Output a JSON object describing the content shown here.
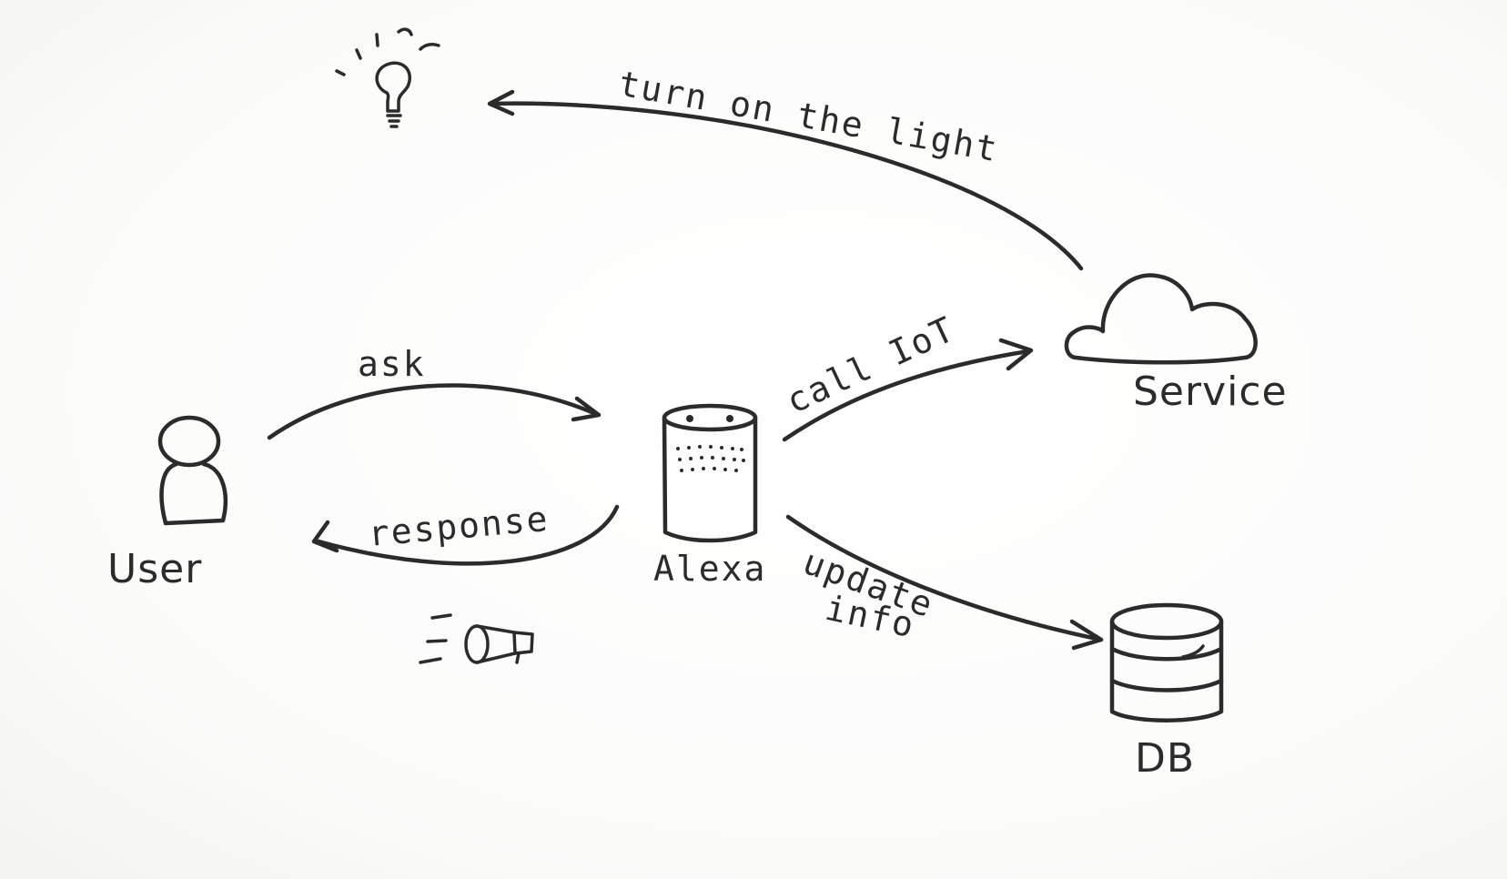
{
  "diagram": {
    "nodes": {
      "user": {
        "label": "User",
        "icon": "person-icon"
      },
      "alexa": {
        "label": "Alexa",
        "icon": "smart-speaker-icon"
      },
      "service": {
        "label": "Service",
        "icon": "cloud-icon"
      },
      "db": {
        "label": "DB",
        "icon": "database-icon"
      },
      "light": {
        "icon": "light-bulb-icon"
      },
      "speaker": {
        "icon": "megaphone-icon"
      }
    },
    "edges": {
      "ask": {
        "from": "user",
        "to": "alexa",
        "label": "ask"
      },
      "response": {
        "from": "alexa",
        "to": "user",
        "label": "response"
      },
      "call_iot": {
        "from": "alexa",
        "to": "service",
        "label": "call IoT"
      },
      "update_info": {
        "from": "alexa",
        "to": "db",
        "label": "update info",
        "label_line1": "update",
        "label_line2": "info"
      },
      "turn_on_light": {
        "from": "service",
        "to": "light",
        "label": "turn on the light"
      }
    },
    "ink_color": "#2b2b2b"
  }
}
